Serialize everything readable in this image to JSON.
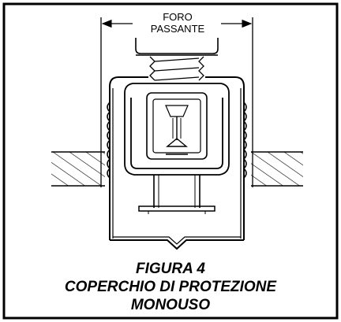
{
  "dimension_label": {
    "line1": "FORO",
    "line2": "PASSANTE"
  },
  "caption": {
    "figure": "FIGURA 4",
    "title_line1": "COPERCHIO DI PROTEZIONE",
    "title_line2": "MONOUSO"
  }
}
